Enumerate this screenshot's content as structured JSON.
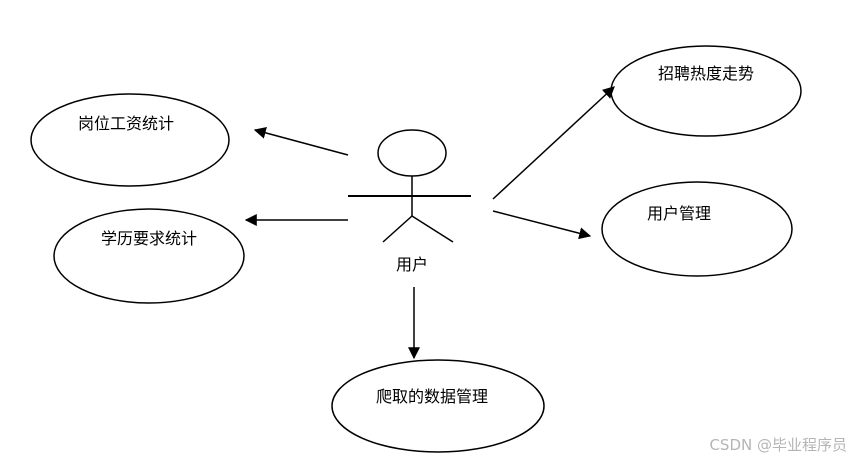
{
  "actor": {
    "label": "用户"
  },
  "use_cases": {
    "salary_stats": "岗位工资统计",
    "education_stats": "学历要求统计",
    "recruit_trend": "招聘热度走势",
    "user_management": "用户管理",
    "crawl_data_management": "爬取的数据管理"
  },
  "watermark": "CSDN @毕业程序员"
}
